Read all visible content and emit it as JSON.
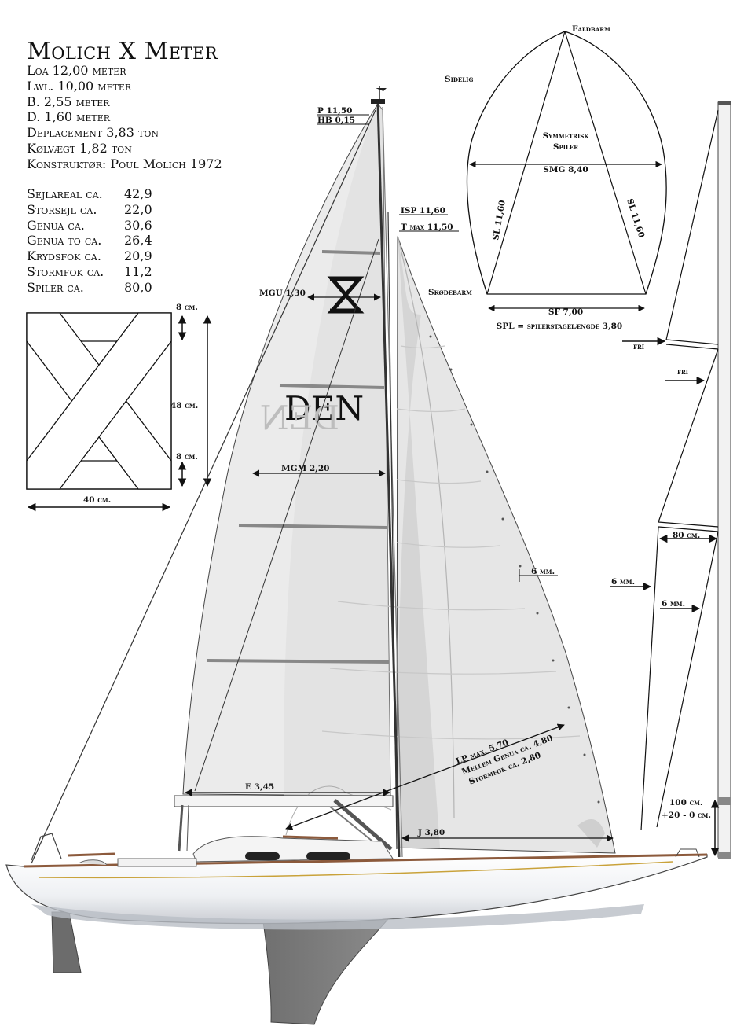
{
  "title": "Molich X Meter",
  "specs": [
    "Loa 12,00 meter",
    "Lwl. 10,00 meter",
    "B. 2,55 meter",
    "D. 1,60 meter",
    "Deplacement 3,83 ton",
    "Kølvægt 1,82 ton",
    "Konstruktør: Poul Molich 1972"
  ],
  "sail_areas": [
    {
      "name": "Sejlareal ca.",
      "value": "42,9"
    },
    {
      "name": "Storsejl ca.",
      "value": "22,0"
    },
    {
      "name": "Genua ca.",
      "value": "30,6"
    },
    {
      "name": "Genua to ca.",
      "value": "26,4"
    },
    {
      "name": "Krydsfok ca.",
      "value": "20,9"
    },
    {
      "name": "Stormfok ca.",
      "value": "11,2"
    },
    {
      "name": "Spiler ca.",
      "value": "80,0"
    }
  ],
  "emblem": {
    "dim_top_bar": "8 cm.",
    "dim_height": "48 cm.",
    "dim_bottom_bar": "8 cm.",
    "dim_width": "40 cm."
  },
  "rig": {
    "p": "P 11,50",
    "hb": "HB 0,15",
    "isp": "ISP 11,60",
    "t_max": "T max 11,50",
    "mgu": "MGU 1,30",
    "mgm": "MGM 2,20",
    "e": "E 3,45",
    "j": "J 3,80",
    "lp": "LP max. 5,70",
    "lp_genua": "Mellem Genua ca. 4,80",
    "lp_stormfok": "Stormfok ca. 2,80",
    "leech": "6 mm.",
    "sail_number": "DEN",
    "sail_number_mirror": "DEN"
  },
  "spinnaker": {
    "head": "Faldbarm",
    "side": "Sidelig",
    "center_1": "Symmetrisk",
    "center_2": "Spiler",
    "smg": "SMG 8,40",
    "sl_left": "SL 11,60",
    "sl_right": "SL 11,60",
    "clew": "Skødebarm",
    "sf": "SF 7,00",
    "spl": "SPL = spilerstagelængde 3,80"
  },
  "mast_detail": {
    "fri_1": "fri",
    "fri_2": "fri",
    "width_80": "80 cm.",
    "mm_left": "6 mm.",
    "mm_right": "6 mm.",
    "dim_100": "100 cm.",
    "tolerance": "+20 - 0 cm."
  },
  "colors": {
    "sail_fill": "#ebebeb",
    "sail_shade": "#cfcfcf",
    "hull": "#f2f3f5",
    "keel": "#7d7d7d",
    "teak": "#8c5a3c",
    "gold_stripe": "#c9a23a"
  }
}
